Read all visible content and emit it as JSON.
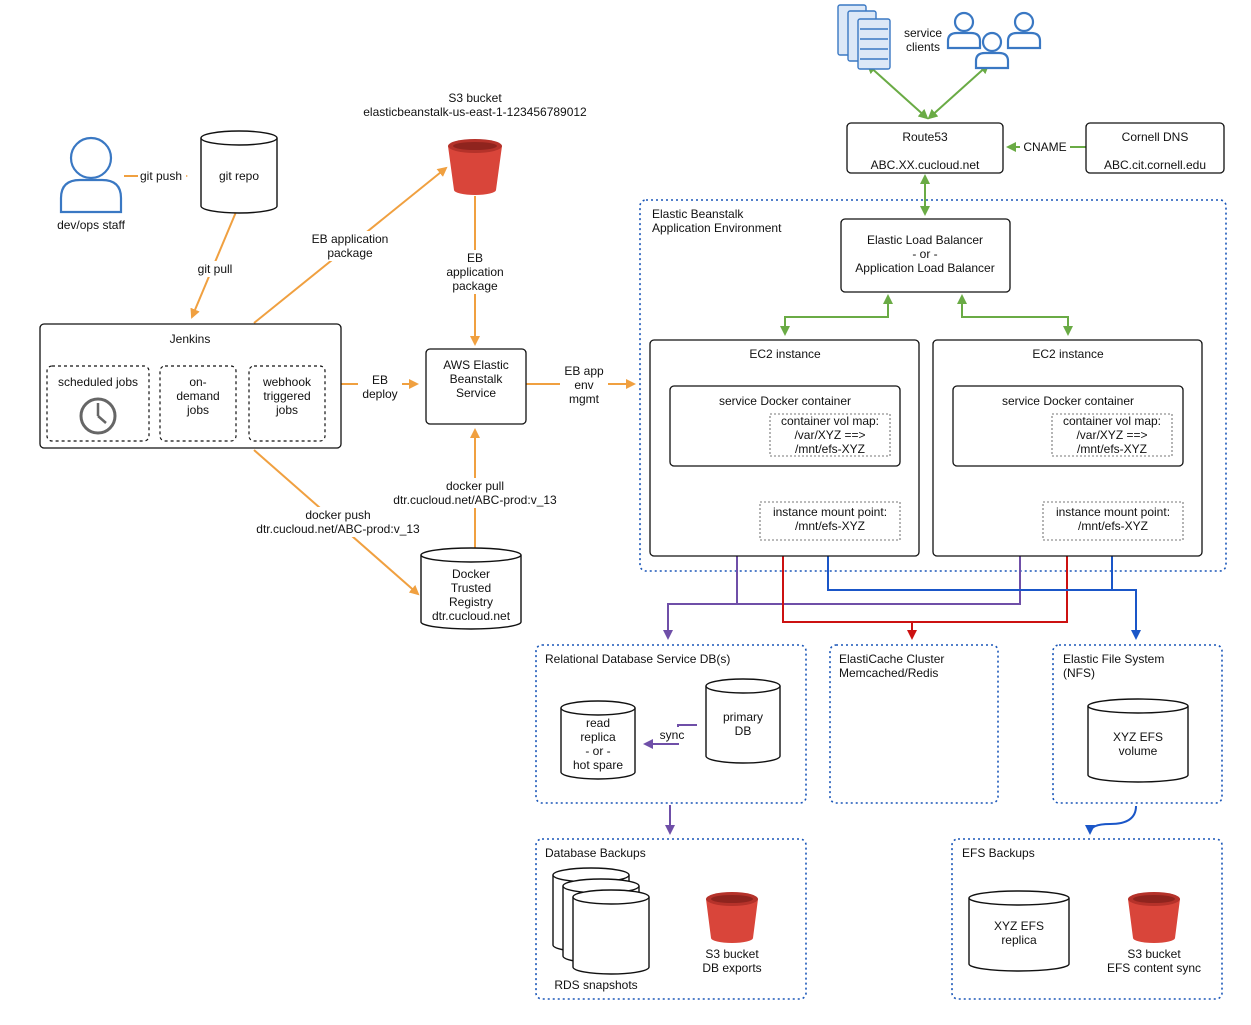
{
  "actors": {
    "devops": "dev/ops staff",
    "service_clients": [
      "service",
      "clients"
    ]
  },
  "edges": {
    "git_push": "git push",
    "git_pull": "git pull",
    "eb_app_package_1": [
      "EB application",
      "package"
    ],
    "eb_app_package_2": [
      "EB",
      "application",
      "package"
    ],
    "eb_deploy": [
      "EB",
      "deploy"
    ],
    "eb_app_env": [
      "EB app",
      "env",
      "mgmt"
    ],
    "docker_push": [
      "docker push",
      "dtr.cucloud.net/ABC-prod:v_13"
    ],
    "docker_pull": [
      "docker pull",
      "dtr.cucloud.net/ABC-prod:v_13"
    ],
    "cname": "CNAME",
    "sync": "sync"
  },
  "nodes": {
    "git_repo": "git repo",
    "s3_bucket": [
      "S3 bucket",
      "elasticbeanstalk-us-east-1-123456789012"
    ],
    "jenkins": "Jenkins",
    "scheduled_jobs": "scheduled jobs",
    "on_demand_jobs": [
      "on-",
      "demand",
      "jobs"
    ],
    "webhook_jobs": [
      "webhook",
      "triggered",
      "jobs"
    ],
    "aws_eb_service": [
      "AWS Elastic",
      "Beanstalk",
      "Service"
    ],
    "docker_registry": [
      "Docker",
      "Trusted",
      "Registry",
      "dtr.cucloud.net"
    ],
    "route53": [
      "Route53",
      "ABC.XX.cucloud.net"
    ],
    "cornell_dns": [
      "Cornell DNS",
      "ABC.cit.cornell.edu"
    ],
    "eb_env": [
      "Elastic Beanstalk",
      "Application Environment"
    ],
    "load_balancer": [
      "Elastic Load Balancer",
      "- or -",
      "Application Load Balancer"
    ],
    "ec2_instance": "EC2 instance",
    "docker_container": "service Docker container",
    "vol_map": [
      "container vol map:",
      "/var/XYZ ==>",
      "/mnt/efs-XYZ"
    ],
    "mount_point": [
      "instance mount point:",
      "/mnt/efs-XYZ"
    ],
    "rds": "Relational Database Service DB(s)",
    "read_replica": [
      "read",
      "replica",
      "- or -",
      "hot spare"
    ],
    "primary_db": [
      "primary",
      "DB"
    ],
    "elasticache": [
      "ElastiCache Cluster",
      "Memcached/Redis"
    ],
    "efs": [
      "Elastic File System",
      "(NFS)"
    ],
    "xyz_efs_volume": [
      "XYZ EFS",
      "volume"
    ],
    "db_backups": "Database Backups",
    "rds_snapshots": "RDS snapshots",
    "s3_db_exports": [
      "S3 bucket",
      "DB exports"
    ],
    "efs_backups": "EFS Backups",
    "xyz_efs_replica": [
      "XYZ EFS",
      "replica"
    ],
    "s3_efs_sync": [
      "S3 bucket",
      "EFS content sync"
    ]
  },
  "colors": {
    "deploy_flow": "#f0a040",
    "traffic_flow": "#6aab45",
    "db_flow": "#6f4fa8",
    "cache_flow": "#cc1111",
    "efs_flow": "#1a56c8",
    "bucket": "#d9453a",
    "person": "#3a78c3"
  }
}
